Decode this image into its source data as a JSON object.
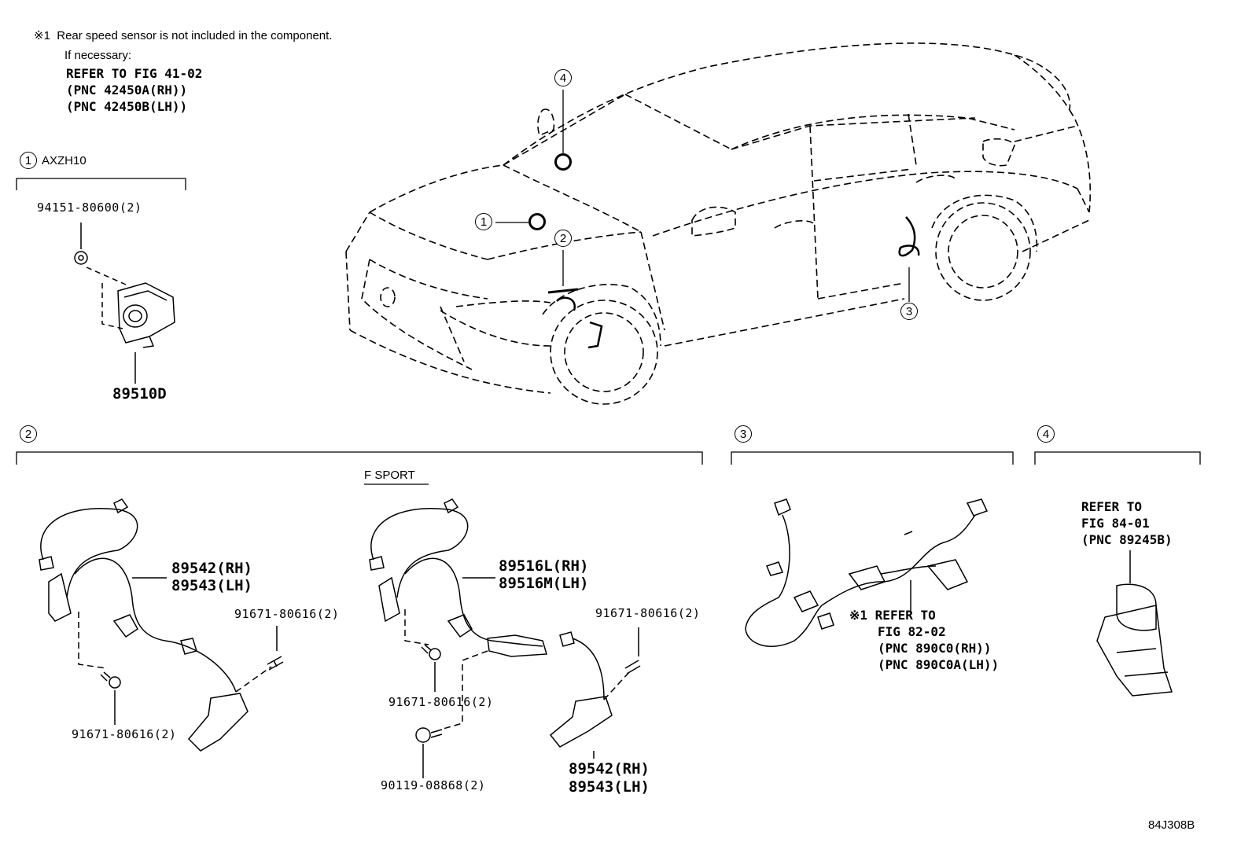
{
  "note": {
    "line1": "※1  Rear speed sensor is not included in the component.",
    "line2": "If necessary:",
    "line3": "REFER TO FIG 41-02",
    "line4": "(PNC 42450A(RH))",
    "line5": "(PNC 42450B(LH))"
  },
  "section1": {
    "marker": "1",
    "variant": "AXZH10",
    "part_bolt": "94151-80600(2)",
    "part_sensor": "89510D"
  },
  "car_callouts": [
    "1",
    "2",
    "3",
    "4"
  ],
  "section2": {
    "marker": "2",
    "standard": {
      "sensor_rh": "89542(RH)",
      "sensor_lh": "89543(LH)",
      "bolt_a": "91671-80616(2)",
      "bolt_b": "91671-80616(2)"
    },
    "fsport": {
      "label": "F SPORT",
      "harness_rh": "89516L(RH)",
      "harness_lh": "89516M(LH)",
      "bolt_a": "91671-80616(2)",
      "bolt_b": "91671-80616(2)",
      "bolt_c": "90119-08868(2)",
      "sensor_rh": "89542(RH)",
      "sensor_lh": "89543(LH)"
    }
  },
  "section3": {
    "marker": "3",
    "line1": "※1 REFER TO",
    "line2": "FIG 82-02",
    "line3": "(PNC 890C0(RH))",
    "line4": "(PNC 890C0A(LH))"
  },
  "section4": {
    "marker": "4",
    "line1": "REFER TO",
    "line2": "FIG 84-01",
    "line3": "(PNC 89245B)"
  },
  "figure_code": "84J308B"
}
